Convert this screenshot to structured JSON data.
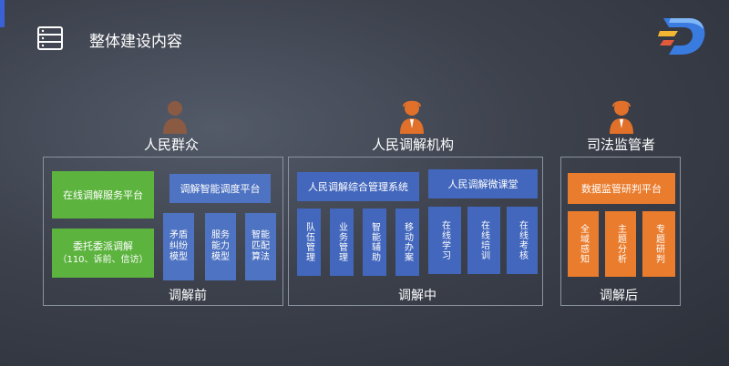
{
  "header": {
    "title": "整体建设内容"
  },
  "groups": {
    "left": {
      "label": "人民群众",
      "caption": "调解前",
      "icon_color": "#8a5a43"
    },
    "middle": {
      "label": "人民调解机构",
      "caption": "调解中",
      "icon_color": "#e0702a"
    },
    "right": {
      "label": "司法监管者",
      "caption": "调解后",
      "icon_color": "#e0702a"
    }
  },
  "left_panel": {
    "online_platform": "在线调解服务平台",
    "entrust_line1": "委托委派调解",
    "entrust_line2": "（110、诉前、信访）",
    "smart_platform": "调解智能调度平台",
    "models": [
      "矛盾纠纷模型",
      "服务能力模型",
      "智能匹配算法"
    ]
  },
  "middle_panel": {
    "mgmt_system": "人民调解综合管理系统",
    "micro_class": "人民调解微课堂",
    "functions": [
      "队伍管理",
      "业务管理",
      "智能辅助",
      "移动办案"
    ],
    "online": [
      "在线学习",
      "在线培训",
      "在线考核"
    ]
  },
  "right_panel": {
    "supervision": "数据监管研判平台",
    "items": [
      "全域感知",
      "主题分析",
      "专题研判"
    ]
  }
}
